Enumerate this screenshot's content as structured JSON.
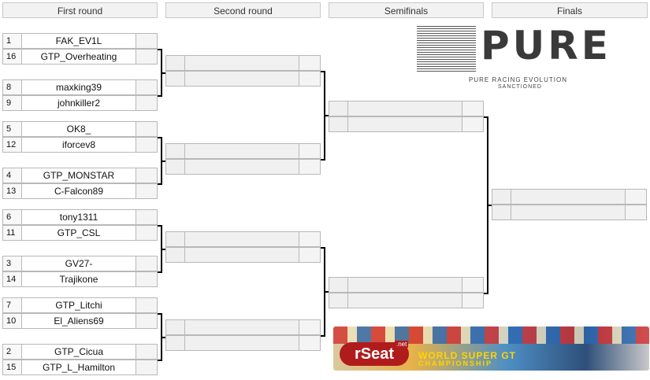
{
  "headers": [
    "First round",
    "Second round",
    "Semifinals",
    "Finals"
  ],
  "first_round": [
    {
      "seed": "1",
      "name": "FAK_EV1L"
    },
    {
      "seed": "16",
      "name": "GTP_Overheating"
    },
    {
      "seed": "8",
      "name": "maxking39"
    },
    {
      "seed": "9",
      "name": "johnkiller2"
    },
    {
      "seed": "5",
      "name": "OK8_"
    },
    {
      "seed": "12",
      "name": "iforcev8"
    },
    {
      "seed": "4",
      "name": "GTP_MONSTAR"
    },
    {
      "seed": "13",
      "name": "C-Falcon89"
    },
    {
      "seed": "6",
      "name": "tony1311"
    },
    {
      "seed": "11",
      "name": "GTP_CSL"
    },
    {
      "seed": "3",
      "name": "GV27-"
    },
    {
      "seed": "14",
      "name": "Trajikone"
    },
    {
      "seed": "7",
      "name": "GTP_Litchi"
    },
    {
      "seed": "10",
      "name": "El_Aliens69"
    },
    {
      "seed": "2",
      "name": "GTP_Cicua"
    },
    {
      "seed": "15",
      "name": "GTP_L_Hamilton"
    }
  ],
  "logo": {
    "word": "PURE",
    "tagline": "PURE RACING EVOLUTION",
    "sanctioned": "SANCTIONED"
  },
  "banner": {
    "brand": "rSeat",
    "brand_suffix": ".net",
    "line1": "WORLD SUPER GT",
    "line2": "CHAMPIONSHIP"
  }
}
